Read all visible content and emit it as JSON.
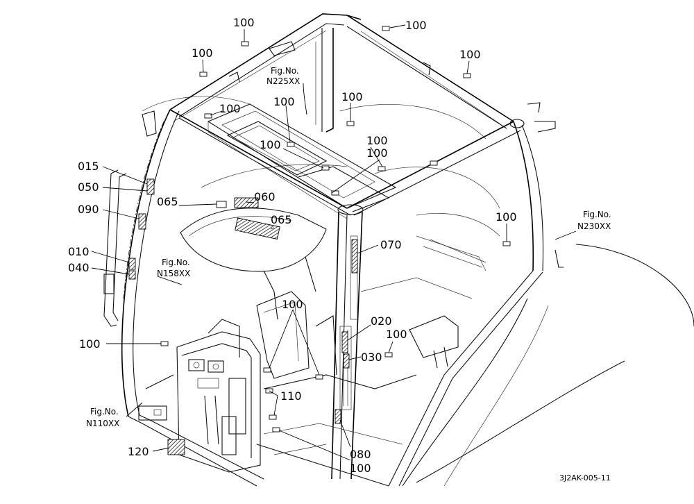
{
  "labels": {
    "l_015": "015",
    "l_050": "050",
    "l_090": "090",
    "l_010": "010",
    "l_040": "040",
    "l_065a": "065",
    "l_060": "060",
    "l_065b": "065",
    "l_070": "070",
    "l_020": "020",
    "l_030": "030",
    "l_080": "080",
    "l_110": "110",
    "l_120": "120"
  },
  "count_100": [
    "100",
    "100",
    "100",
    "100",
    "100",
    "100",
    "100",
    "100",
    "100",
    "100",
    "100",
    "100",
    "100",
    "100",
    "100"
  ],
  "figures": {
    "n225_a": "Fig.No.",
    "n225_b": "N225XX",
    "n230_a": "Fig.No.",
    "n230_b": "N230XX",
    "n158_a": "Fig.No.",
    "n158_b": "N158XX",
    "n110_a": "Fig.No.",
    "n110_b": "N110XX"
  },
  "drawing_code": "3J2AK-005-11"
}
